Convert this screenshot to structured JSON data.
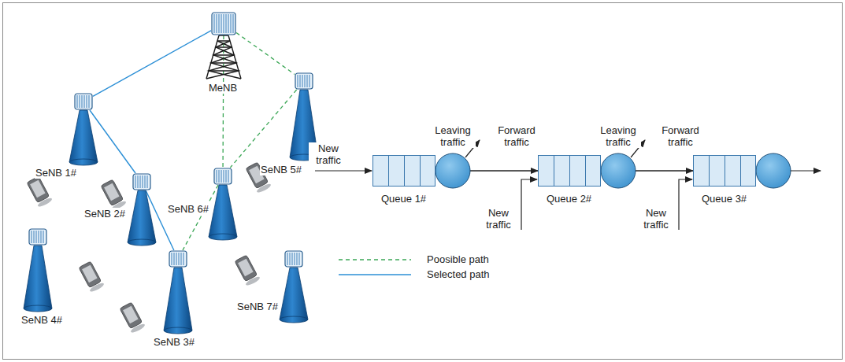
{
  "diagram": {
    "nodes": [
      {
        "text": [
          "MeNB"
        ]
      },
      {
        "text": [
          "SeNB 1#"
        ]
      },
      {
        "text": [
          "SeNB 2#"
        ]
      },
      {
        "text": [
          "SeNB 3#"
        ]
      },
      {
        "text": [
          "SeNB 4#"
        ]
      },
      {
        "text": [
          "SeNB 5#"
        ]
      },
      {
        "text": [
          "SeNB 6#"
        ]
      },
      {
        "text": [
          "SeNB 7#"
        ]
      },
      {
        "text": [
          "Queue 1#"
        ]
      },
      {
        "text": [
          "Queue 2#"
        ]
      },
      {
        "text": [
          "Queue 3#"
        ]
      }
    ],
    "edges": [
      {
        "from": 0,
        "to": 1,
        "arrow": "none"
      },
      {
        "from": 1,
        "to": 2,
        "arrow": "none"
      },
      {
        "from": 2,
        "to": 3,
        "arrow": "none"
      },
      {
        "from": 0,
        "to": 5,
        "arrow": "none"
      },
      {
        "from": 0,
        "to": 6,
        "arrow": "none"
      },
      {
        "from": 5,
        "to": 6,
        "arrow": "none"
      },
      {
        "from": 6,
        "to": 3,
        "arrow": "none"
      },
      {
        "from": 8,
        "to": 9,
        "arrow": "to"
      },
      {
        "from": 9,
        "to": 10,
        "arrow": "to"
      }
    ],
    "labels": [
      "New traffic",
      "Leaving traffic",
      "Forward traffic",
      "New traffic",
      "Leaving traffic",
      "Forward traffic",
      "New traffic"
    ],
    "legend": [
      {
        "text": "Poosible path"
      },
      {
        "text": "Selected path"
      }
    ]
  }
}
